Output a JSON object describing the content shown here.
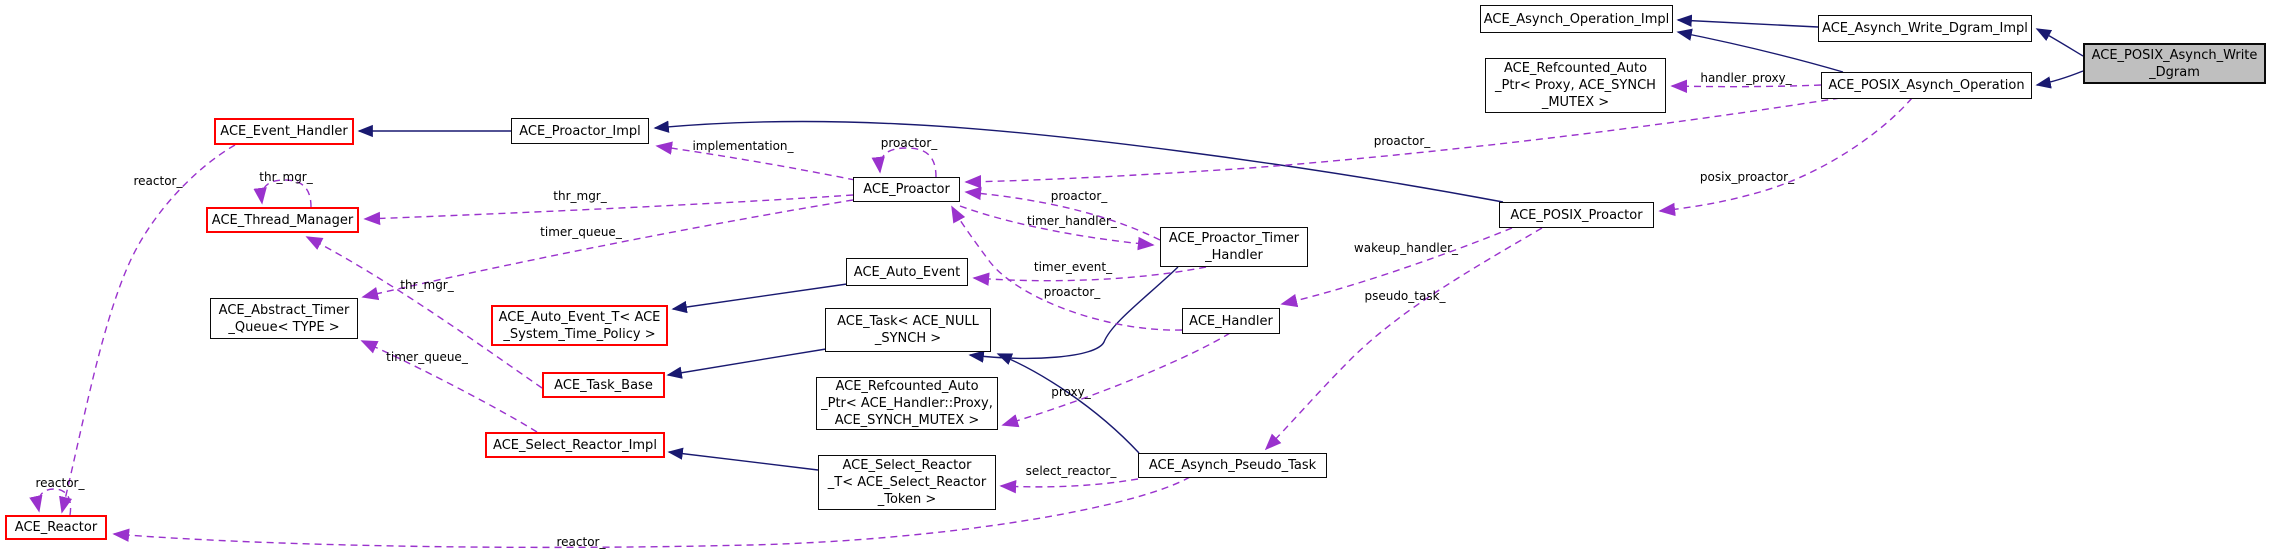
{
  "diagram": {
    "kind": "doxygen-collaboration-graph",
    "main_class": "ACE_POSIX_Asynch_Write_Dgram"
  },
  "colors": {
    "inheritance_edge": "#191970",
    "usage_edge": "#9a32cd",
    "highlight_border": "#ff0000",
    "main_node_fill": "#bfbfbf",
    "node_fill": "#ffffff",
    "text": "#000000",
    "background": "#ffffff"
  },
  "nodes": [
    {
      "id": "ace-asynch-operation-impl",
      "lines": [
        "ACE_Asynch_Operation_Impl"
      ],
      "style": "normal"
    },
    {
      "id": "ace-asynch-write-dgram-impl",
      "lines": [
        "ACE_Asynch_Write_Dgram_Impl"
      ],
      "style": "normal"
    },
    {
      "id": "ace-posix-asynch-write-dgram",
      "lines": [
        "ACE_POSIX_Asynch_Write",
        "_Dgram"
      ],
      "style": "main"
    },
    {
      "id": "ace-refcounted-auto-ptr-proxy",
      "lines": [
        "ACE_Refcounted_Auto",
        "_Ptr< Proxy, ACE_SYNCH",
        "_MUTEX >"
      ],
      "style": "normal"
    },
    {
      "id": "ace-posix-asynch-operation",
      "lines": [
        "ACE_POSIX_Asynch_Operation"
      ],
      "style": "normal"
    },
    {
      "id": "ace-event-handler",
      "lines": [
        "ACE_Event_Handler"
      ],
      "style": "red"
    },
    {
      "id": "ace-proactor-impl",
      "lines": [
        "ACE_Proactor_Impl"
      ],
      "style": "normal"
    },
    {
      "id": "ace-proactor",
      "lines": [
        "ACE_Proactor"
      ],
      "style": "normal"
    },
    {
      "id": "ace-thread-manager",
      "lines": [
        "ACE_Thread_Manager"
      ],
      "style": "red"
    },
    {
      "id": "ace-posix-proactor",
      "lines": [
        "ACE_POSIX_Proactor"
      ],
      "style": "normal"
    },
    {
      "id": "ace-proactor-timer-handler",
      "lines": [
        "ACE_Proactor_Timer",
        "_Handler"
      ],
      "style": "normal"
    },
    {
      "id": "ace-auto-event",
      "lines": [
        "ACE_Auto_Event"
      ],
      "style": "normal"
    },
    {
      "id": "ace-abstract-timer-queue",
      "lines": [
        "ACE_Abstract_Timer",
        "_Queue< TYPE >"
      ],
      "style": "normal"
    },
    {
      "id": "ace-auto-event-t",
      "lines": [
        "ACE_Auto_Event_T< ACE",
        "_System_Time_Policy >"
      ],
      "style": "red"
    },
    {
      "id": "ace-task-null-synch",
      "lines": [
        "ACE_Task< ACE_NULL",
        "_SYNCH >"
      ],
      "style": "normal"
    },
    {
      "id": "ace-handler",
      "lines": [
        "ACE_Handler"
      ],
      "style": "normal"
    },
    {
      "id": "ace-task-base",
      "lines": [
        "ACE_Task_Base"
      ],
      "style": "red"
    },
    {
      "id": "ace-refcounted-auto-ptr-handler-proxy",
      "lines": [
        "ACE_Refcounted_Auto",
        "_Ptr< ACE_Handler::Proxy,",
        "ACE_SYNCH_MUTEX >"
      ],
      "style": "normal"
    },
    {
      "id": "ace-select-reactor-impl",
      "lines": [
        "ACE_Select_Reactor_Impl"
      ],
      "style": "red"
    },
    {
      "id": "ace-select-reactor-t",
      "lines": [
        "ACE_Select_Reactor",
        "_T< ACE_Select_Reactor",
        "_Token >"
      ],
      "style": "normal"
    },
    {
      "id": "ace-asynch-pseudo-task",
      "lines": [
        "ACE_Asynch_Pseudo_Task"
      ],
      "style": "normal"
    },
    {
      "id": "ace-reactor",
      "lines": [
        "ACE_Reactor"
      ],
      "style": "red"
    }
  ],
  "edges": [
    {
      "from": "ACE_Asynch_Write_Dgram_Impl",
      "to": "ACE_Asynch_Operation_Impl",
      "type": "inheritance"
    },
    {
      "from": "ACE_POSIX_Asynch_Write_Dgram",
      "to": "ACE_Asynch_Write_Dgram_Impl",
      "type": "inheritance"
    },
    {
      "from": "ACE_POSIX_Asynch_Write_Dgram",
      "to": "ACE_POSIX_Asynch_Operation",
      "type": "inheritance"
    },
    {
      "from": "ACE_POSIX_Asynch_Operation",
      "to": "ACE_Asynch_Operation_Impl",
      "type": "inheritance"
    },
    {
      "from": "ACE_Proactor_Impl",
      "to": "ACE_Event_Handler",
      "type": "inheritance"
    },
    {
      "from": "ACE_POSIX_Proactor",
      "to": "ACE_Proactor_Impl",
      "type": "inheritance"
    },
    {
      "from": "ACE_Auto_Event",
      "to": "ACE_Auto_Event_T< ACE_System_Time_Policy >",
      "type": "inheritance"
    },
    {
      "from": "ACE_Proactor_Timer_Handler",
      "to": "ACE_Task< ACE_NULL_SYNCH >",
      "type": "inheritance"
    },
    {
      "from": "ACE_Asynch_Pseudo_Task",
      "to": "ACE_Task< ACE_NULL_SYNCH >",
      "type": "inheritance"
    },
    {
      "from": "ACE_Task< ACE_NULL_SYNCH >",
      "to": "ACE_Task_Base",
      "type": "inheritance"
    },
    {
      "from": "ACE_Select_Reactor_T< ACE_Select_Reactor_Token >",
      "to": "ACE_Select_Reactor_Impl",
      "type": "inheritance"
    },
    {
      "from": "ACE_Proactor",
      "to": "ACE_Proactor_Impl",
      "type": "usage",
      "label": "implementation_"
    },
    {
      "from": "ACE_Proactor",
      "to": "ACE_Proactor",
      "type": "usage",
      "label": "proactor_"
    },
    {
      "from": "ACE_POSIX_Asynch_Operation",
      "to": "ACE_Proactor",
      "type": "usage",
      "label": "proactor_"
    },
    {
      "from": "ACE_Proactor_Timer_Handler",
      "to": "ACE_Proactor",
      "type": "usage",
      "label": "proactor_"
    },
    {
      "from": "ACE_Proactor",
      "to": "ACE_Proactor_Timer_Handler",
      "type": "usage",
      "label": "timer_handler_"
    },
    {
      "from": "ACE_Proactor_Timer_Handler",
      "to": "ACE_Auto_Event",
      "type": "usage",
      "label": "timer_event_"
    },
    {
      "from": "ACE_Handler",
      "to": "ACE_Proactor",
      "type": "usage",
      "label": "proactor_"
    },
    {
      "from": "ACE_Proactor",
      "to": "ACE_Thread_Manager",
      "type": "usage",
      "label": "thr_mgr_"
    },
    {
      "from": "ACE_Thread_Manager",
      "to": "ACE_Thread_Manager",
      "type": "usage",
      "label": "thr_mgr_"
    },
    {
      "from": "ACE_Task_Base",
      "to": "ACE_Thread_Manager",
      "type": "usage",
      "label": "thr_mgr_"
    },
    {
      "from": "ACE_Proactor",
      "to": "ACE_Abstract_Timer_Queue< TYPE >",
      "type": "usage",
      "label": "timer_queue_"
    },
    {
      "from": "ACE_Select_Reactor_Impl",
      "to": "ACE_Abstract_Timer_Queue< TYPE >",
      "type": "usage",
      "label": "timer_queue_"
    },
    {
      "from": "ACE_Handler",
      "to": "ACE_Refcounted_Auto_Ptr< ACE_Handler::Proxy, ACE_SYNCH_MUTEX >",
      "type": "usage",
      "label": "proxy_"
    },
    {
      "from": "ACE_Asynch_Pseudo_Task",
      "to": "ACE_Select_Reactor_T< ACE_Select_Reactor_Token >",
      "type": "usage",
      "label": "select_reactor_"
    },
    {
      "from": "ACE_POSIX_Proactor",
      "to": "ACE_Handler",
      "type": "usage",
      "label": "wakeup_handler_"
    },
    {
      "from": "ACE_POSIX_Proactor",
      "to": "ACE_Asynch_Pseudo_Task",
      "type": "usage",
      "label": "pseudo_task_"
    },
    {
      "from": "ACE_POSIX_Asynch_Operation",
      "to": "ACE_POSIX_Proactor",
      "type": "usage",
      "label": "posix_proactor_"
    },
    {
      "from": "ACE_POSIX_Asynch_Operation",
      "to": "ACE_Refcounted_Auto_Ptr< Proxy, ACE_SYNCH_MUTEX >",
      "type": "usage",
      "label": "handler_proxy_"
    },
    {
      "from": "ACE_Event_Handler",
      "to": "ACE_Reactor",
      "type": "usage",
      "label": "reactor_"
    },
    {
      "from": "ACE_Reactor",
      "to": "ACE_Reactor",
      "type": "usage",
      "label": "reactor_"
    },
    {
      "from": "ACE_Asynch_Pseudo_Task",
      "to": "ACE_Reactor",
      "type": "usage",
      "label": "reactor_"
    }
  ]
}
